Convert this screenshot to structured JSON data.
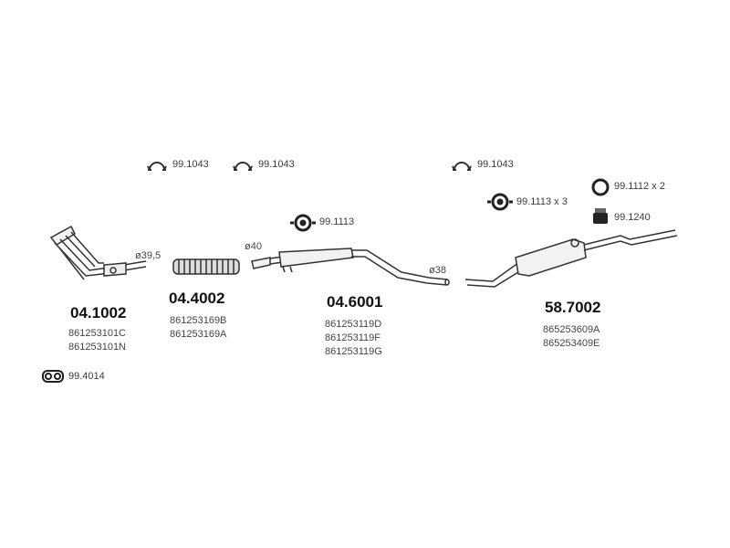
{
  "accessories": {
    "clamp_1": "99.1043",
    "clamp_2": "99.1043",
    "clamp_3": "99.1043",
    "hanger_mid": "99.1113",
    "hanger_rear": "99.1113 x 3",
    "ring": "99.1112 x 2",
    "mount": "99.1240",
    "gasket": "99.4014"
  },
  "diameters": {
    "d1": "ø39,5",
    "d2": "ø40",
    "d3": "ø38"
  },
  "parts": [
    {
      "number": "04.1002",
      "oem": [
        "861253101C",
        "861253101N"
      ]
    },
    {
      "number": "04.4002",
      "oem": [
        "861253169B",
        "861253169A"
      ]
    },
    {
      "number": "04.6001",
      "oem": [
        "861253119D",
        "861253119F",
        "861253119G"
      ]
    },
    {
      "number": "58.7002",
      "oem": [
        "865253609A",
        "865253409E"
      ]
    }
  ],
  "colors": {
    "line": "#333333",
    "fill": "#f2f2f2"
  }
}
